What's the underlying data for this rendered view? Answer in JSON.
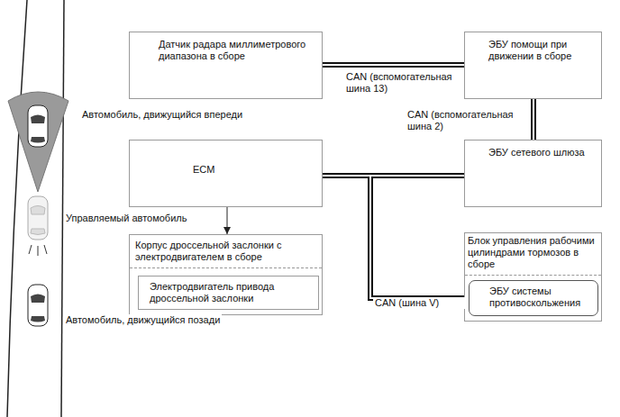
{
  "diagram": {
    "nodes": [
      {
        "text": [
          "Датчик радара миллиметрового диапазона в сборе"
        ]
      },
      {
        "text": [
          "ЭБУ помощи при движении в сборе"
        ]
      },
      {
        "text": [
          "ECM"
        ]
      },
      {
        "text": [
          "ЭБУ сетевого шлюза"
        ]
      },
      {
        "text": [
          "Корпус дроссельной заслонки с электродвигателем в сборе"
        ]
      },
      {
        "text": [
          "Электродвигатель привода дроссельной заслонки"
        ],
        "in": 4
      },
      {
        "text": [
          "Блок управления рабочими цилиндрами тормозов в сборе"
        ]
      },
      {
        "text": [
          "ЭБУ системы противоскольжения"
        ],
        "in": 6
      }
    ],
    "edges": [
      {
        "from": 0,
        "to": 1,
        "arrow": "none",
        "label": "CAN (вспомогательная шина 13)"
      },
      {
        "from": 1,
        "to": 3,
        "arrow": "none",
        "label": "CAN (вспомогательная шина 2)"
      },
      {
        "from": 2,
        "to": 3,
        "arrow": "none"
      },
      {
        "from": 2,
        "to": 7,
        "arrow": "none",
        "label": "CAN (шина V)"
      },
      {
        "from": 2,
        "to": 4,
        "arrow": "to"
      }
    ],
    "labels": [
      "Автомобиль, движущийся впереди",
      "Управляемый автомобиль",
      "Автомобиль, движущийся позади"
    ]
  }
}
